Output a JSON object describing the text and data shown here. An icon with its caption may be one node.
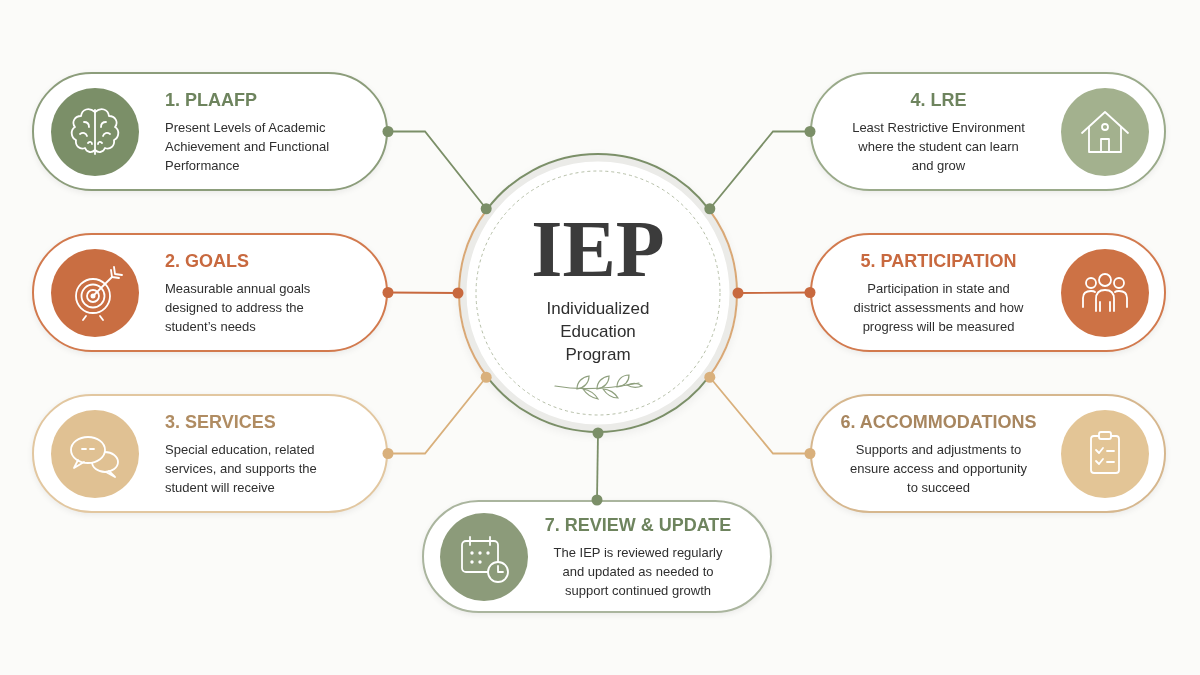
{
  "diagram": {
    "nodes": [
      {
        "text": [
          "IEP",
          "Individualized Education Program"
        ]
      },
      {
        "text": [
          "1. PLAAFP",
          "Present Levels of Academic Achievement and Functional Performance"
        ]
      },
      {
        "text": [
          "2. GOALS",
          "Measurable annual goals designed to address the student’s needs"
        ]
      },
      {
        "text": [
          "3. SERVICES",
          "Special education, related services, and supports the student will receive"
        ]
      },
      {
        "text": [
          "4. LRE",
          "Least Restrictive Environment where the student can learn and grow"
        ]
      },
      {
        "text": [
          "5. PARTICIPATION",
          "Participation in state and district assessments and how progress will be measured"
        ]
      },
      {
        "text": [
          "6. ACCOMMODATIONS",
          "Supports and adjustments to ensure access and opportunity to succeed"
        ]
      },
      {
        "text": [
          "7. REVIEW & UPDATE",
          "The IEP is reviewed regularly and updated as needed to support continued growth"
        ]
      }
    ],
    "edges": [
      {
        "from": 1,
        "to": 0,
        "arrow": "other"
      },
      {
        "from": 2,
        "to": 0,
        "arrow": "other",
        "color": "#c8693f"
      },
      {
        "from": 3,
        "to": 0,
        "arrow": "other",
        "color": "#d9b07c"
      },
      {
        "from": 4,
        "to": 0,
        "arrow": "other"
      },
      {
        "from": 5,
        "to": 0,
        "arrow": "other",
        "color": "#c8693f"
      },
      {
        "from": 6,
        "to": 0,
        "arrow": "other",
        "color": "#d9b07c"
      },
      {
        "from": 7,
        "to": 0,
        "arrow": "other"
      }
    ]
  }
}
